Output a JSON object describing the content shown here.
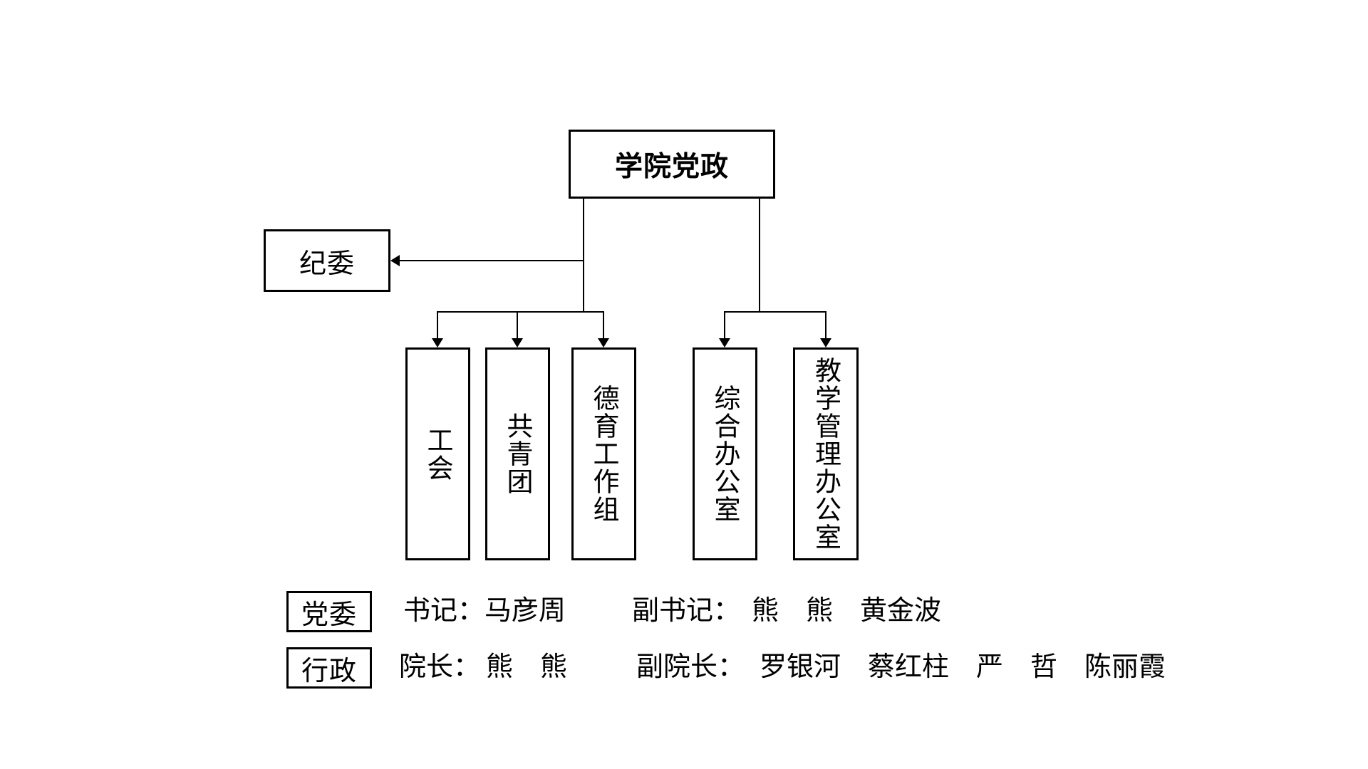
{
  "org_chart": {
    "root": "学院党政",
    "discipline_committee": "纪委",
    "departments": [
      {
        "label": "工会"
      },
      {
        "label": "共青团"
      },
      {
        "label": "德育工作组"
      },
      {
        "label": "综合办公室"
      },
      {
        "label": "教学管理办公室"
      }
    ]
  },
  "legend": {
    "rows": [
      {
        "tag": "党委",
        "entries": [
          {
            "role": "书记：",
            "names": "马彦周"
          },
          {
            "role": "副书记：",
            "names": "熊　熊　黄金波"
          }
        ]
      },
      {
        "tag": "行政",
        "entries": [
          {
            "role": "院长：",
            "names": "熊　熊"
          },
          {
            "role": "副院长：",
            "names": "罗银河　蔡红柱　严　哲　陈丽霞"
          }
        ]
      }
    ]
  },
  "colors": {
    "line": "#000000",
    "text": "#000000",
    "background": "#ffffff"
  }
}
